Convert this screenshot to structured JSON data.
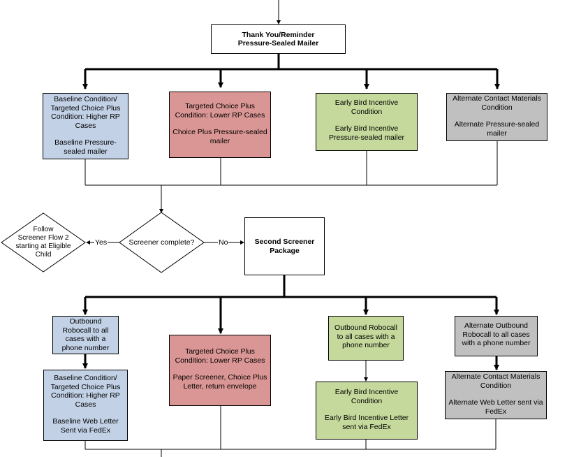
{
  "top": {
    "title_line1": "Thank You/Reminder",
    "title_line2": "Pressure-Sealed Mailer"
  },
  "row1": {
    "baseline": {
      "l1": "Baseline Condition/",
      "l2": "Targeted Choice Plus",
      "l3": "Condition: Higher RP",
      "l4": "Cases",
      "l5": "Baseline Pressure-",
      "l6": "sealed mailer",
      "color": "#c2d1e6"
    },
    "targeted": {
      "l1": "Targeted Choice Plus",
      "l2": "Condition: Lower RP Cases",
      "l3": "Choice Plus Pressure-sealed",
      "l4": "mailer",
      "color": "#da9694"
    },
    "earlybird": {
      "l1": "Early Bird Incentive",
      "l2": "Condition",
      "l3": "Early Bird Incentive",
      "l4": "Pressure-sealed mailer",
      "color": "#c4d99b"
    },
    "alternate": {
      "l1": "Alternate Contact Materials",
      "l2": "Condition",
      "l3": "Alternate Pressure-sealed",
      "l4": "mailer",
      "color": "#c0c0c0"
    }
  },
  "decision": {
    "label": "Screener complete?",
    "yes": "Yes",
    "no": "No"
  },
  "follow": {
    "l1": "Follow",
    "l2": "Screener Flow 2",
    "l3": "starting at Eligible",
    "l4": "Child"
  },
  "second": {
    "l1": "Second Screener",
    "l2": "Package"
  },
  "row2": {
    "robocall_baseline": {
      "l1": "Outbound",
      "l2": "Robocall to all",
      "l3": "cases with a",
      "l4": "phone number"
    },
    "baseline_web": {
      "l1": "Baseline Condition/",
      "l2": "Targeted Choice Plus",
      "l3": "Condition: Higher RP",
      "l4": "Cases",
      "l5": "Baseline Web Letter",
      "l6": "Sent via FedEx"
    },
    "targeted_paper": {
      "l1": "Targeted Choice Plus",
      "l2": "Condition: Lower RP Cases",
      "l3": "Paper Screener, Choice Plus",
      "l4": "Letter, return envelope"
    },
    "robocall_eb": {
      "l1": "Outbound Robocall",
      "l2": "to all cases with a",
      "l3": "phone number"
    },
    "earlybird_letter": {
      "l1": "Early Bird Incentive",
      "l2": "Condition",
      "l3": "Early Bird Incentive Letter",
      "l4": "sent via FedEx"
    },
    "robocall_alt": {
      "l1": "Alternate Outbound",
      "l2": "Robocall to all cases",
      "l3": "with a phone number"
    },
    "alt_letter": {
      "l1": "Alternate Contact Materials",
      "l2": "Condition",
      "l3": "Alternate Web Letter sent via",
      "l4": "FedEx"
    }
  },
  "colors": {
    "blue": "#c2d1e6",
    "red": "#da9694",
    "green": "#c4d99b",
    "gray": "#c0c0c0",
    "line": "#000000"
  }
}
